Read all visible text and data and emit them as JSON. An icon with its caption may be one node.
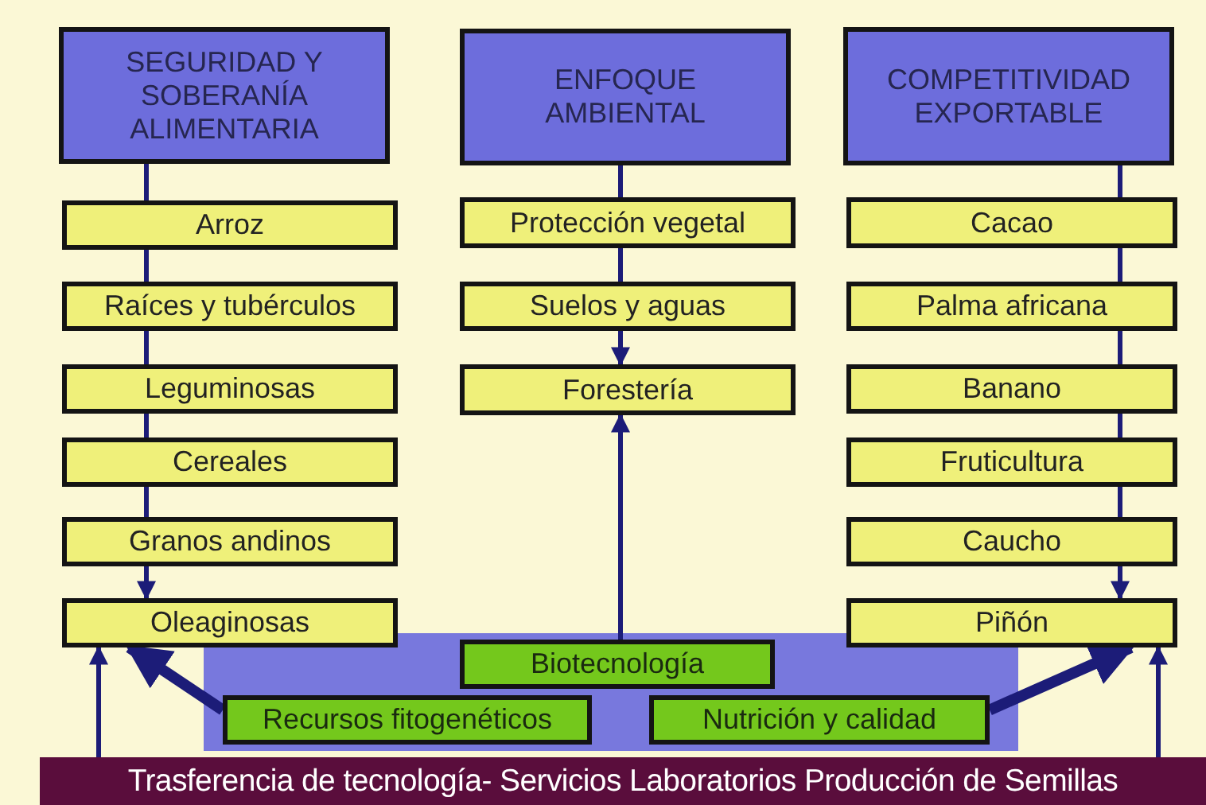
{
  "diagram": {
    "nodes": [
      {
        "text": [
          "SEGURIDAD Y SOBERANÍA ALIMENTARIA"
        ]
      },
      {
        "text": [
          "Arroz"
        ]
      },
      {
        "text": [
          "Raíces y tubérculos"
        ]
      },
      {
        "text": [
          "Leguminosas"
        ]
      },
      {
        "text": [
          "Cereales"
        ]
      },
      {
        "text": [
          "Granos andinos"
        ]
      },
      {
        "text": [
          "Oleaginosas"
        ]
      },
      {
        "text": [
          "ENFOQUE AMBIENTAL"
        ]
      },
      {
        "text": [
          "Protección vegetal"
        ]
      },
      {
        "text": [
          "Suelos y aguas"
        ]
      },
      {
        "text": [
          "Forestería"
        ]
      },
      {
        "text": [
          "COMPETITIVIDAD EXPORTABLE"
        ]
      },
      {
        "text": [
          "Cacao"
        ]
      },
      {
        "text": [
          "Palma africana"
        ]
      },
      {
        "text": [
          "Banano"
        ]
      },
      {
        "text": [
          "Fruticultura"
        ]
      },
      {
        "text": [
          "Caucho"
        ]
      },
      {
        "text": [
          "Piñón"
        ]
      },
      {
        "text": [],
        "shape": "box"
      },
      {
        "text": [
          "Biotecnología"
        ],
        "in": 18
      },
      {
        "text": [
          "Recursos fitogenéticos"
        ],
        "in": 18
      },
      {
        "text": [
          "Nutrición y calidad"
        ],
        "in": 18
      },
      {
        "text": [
          "Trasferencia de tecnología- Servicios Laboratorios Producción de Semillas"
        ]
      }
    ],
    "edges": [
      {
        "from": 0,
        "to": 1,
        "arrow": "none"
      },
      {
        "from": 1,
        "to": 2,
        "arrow": "none"
      },
      {
        "from": 2,
        "to": 3,
        "arrow": "none"
      },
      {
        "from": 3,
        "to": 4,
        "arrow": "none"
      },
      {
        "from": 4,
        "to": 5,
        "arrow": "none"
      },
      {
        "from": 5,
        "to": 6,
        "arrow": "to"
      },
      {
        "from": 7,
        "to": 8,
        "arrow": "none"
      },
      {
        "from": 8,
        "to": 9,
        "arrow": "none"
      },
      {
        "from": 9,
        "to": 10,
        "arrow": "to"
      },
      {
        "from": 11,
        "to": 12,
        "arrow": "none"
      },
      {
        "from": 12,
        "to": 13,
        "arrow": "none"
      },
      {
        "from": 13,
        "to": 14,
        "arrow": "none"
      },
      {
        "from": 14,
        "to": 15,
        "arrow": "none"
      },
      {
        "from": 15,
        "to": 16,
        "arrow": "none"
      },
      {
        "from": 16,
        "to": 17,
        "arrow": "to"
      },
      {
        "from": 19,
        "to": 10,
        "arrow": "to"
      },
      {
        "from": 20,
        "to": 6,
        "arrow": "to",
        "style": "thick"
      },
      {
        "from": 21,
        "to": 17,
        "arrow": "to",
        "style": "thick"
      },
      {
        "from": 22,
        "to": 6,
        "arrow": "to"
      },
      {
        "from": 22,
        "to": 17,
        "arrow": "to"
      }
    ]
  }
}
